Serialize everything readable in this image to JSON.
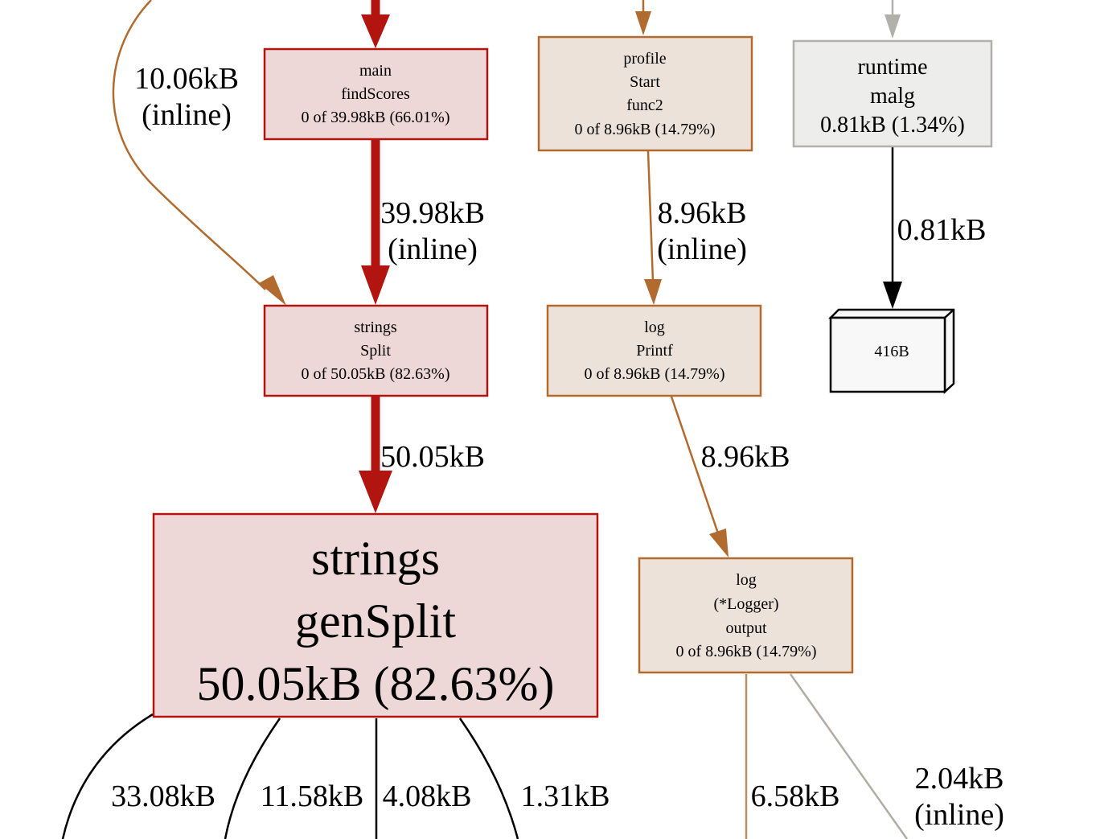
{
  "colors": {
    "hot_fill": "#eed7d7",
    "hot_stroke": "#b2140f",
    "warm_fill": "#ede2da",
    "warm_stroke": "#b26b2f",
    "cool_fill": "#ededec",
    "cool_stroke": "#b2b0aa",
    "tan_edge": "#b2906a",
    "gray_edge": "#b2ada2",
    "black": "#000000"
  },
  "nodes": {
    "main_findscores": {
      "l1": "main",
      "l2": "findScores",
      "l3": "0 of 39.98kB (66.01%)"
    },
    "profile_start_func2": {
      "l1": "profile",
      "l2": "Start",
      "l3": "func2",
      "l4": "0 of 8.96kB (14.79%)"
    },
    "runtime_malg": {
      "l1": "runtime",
      "l2": "malg",
      "l3": "0.81kB (1.34%)"
    },
    "strings_split": {
      "l1": "strings",
      "l2": "Split",
      "l3": "0 of 50.05kB (82.63%)"
    },
    "log_printf": {
      "l1": "log",
      "l2": "Printf",
      "l3": "0 of 8.96kB (14.79%)"
    },
    "size_416b": {
      "l1": "416B"
    },
    "strings_gensplit": {
      "l1": "strings",
      "l2": "genSplit",
      "l3": "50.05kB (82.63%)"
    },
    "log_logger_output": {
      "l1": "log",
      "l2": "(*Logger)",
      "l3": "output",
      "l4": "0 of 8.96kB (14.79%)"
    }
  },
  "edges": {
    "inline_to_split": {
      "l1": "10.06kB",
      "l2": "(inline)"
    },
    "findscores_to_split": {
      "l1": "39.98kB",
      "l2": "(inline)"
    },
    "func2_to_printf": {
      "l1": "8.96kB",
      "l2": "(inline)"
    },
    "malg_to_416b": {
      "l1": "0.81kB"
    },
    "split_to_gensplit": {
      "l1": "50.05kB"
    },
    "printf_to_output": {
      "l1": "8.96kB"
    },
    "gensplit_out_1": {
      "l1": "33.08kB"
    },
    "gensplit_out_2": {
      "l1": "11.58kB"
    },
    "gensplit_out_3": {
      "l1": "4.08kB"
    },
    "gensplit_out_4": {
      "l1": "1.31kB"
    },
    "output_out_1": {
      "l1": "6.58kB"
    },
    "output_out_2": {
      "l1": "2.04kB",
      "l2": "(inline)"
    }
  }
}
